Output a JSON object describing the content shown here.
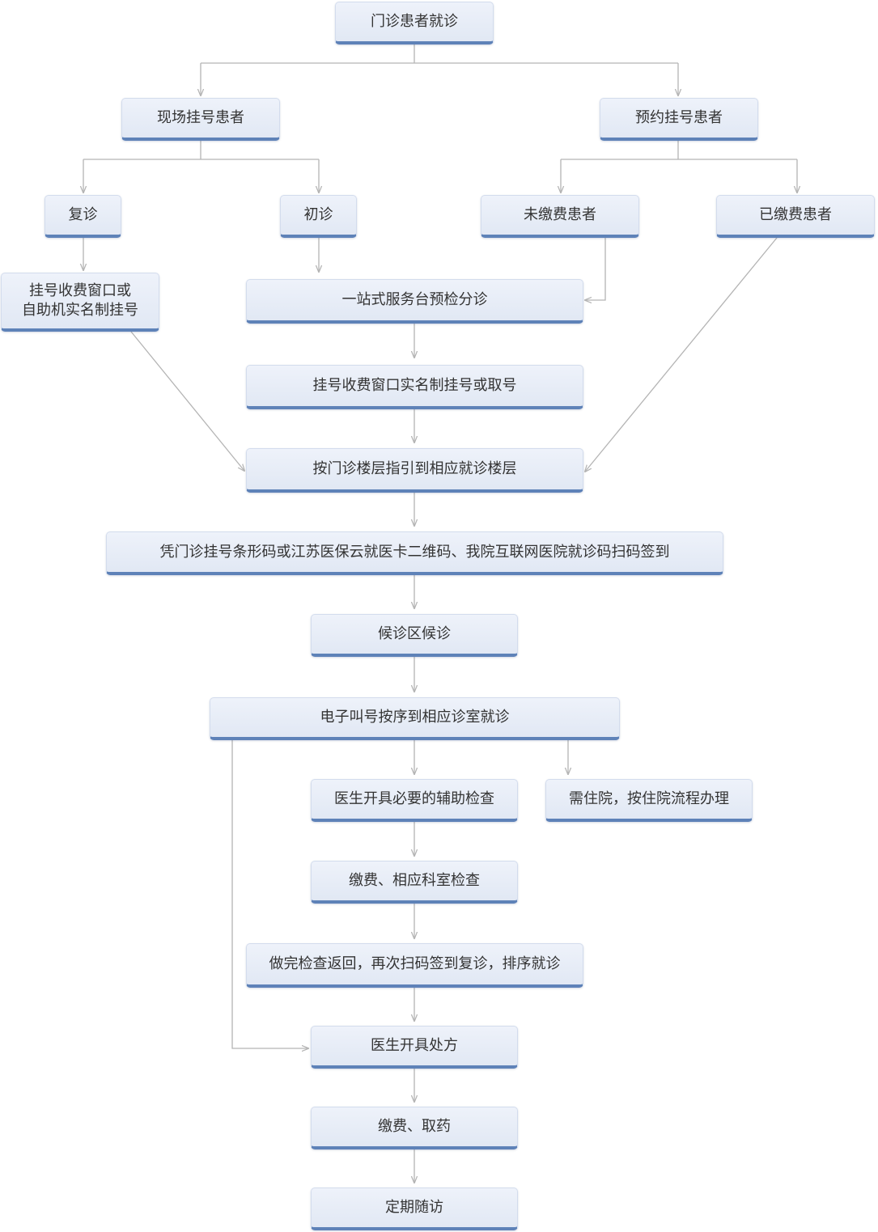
{
  "nodes": {
    "start": "门诊患者就诊",
    "onsite": "现场挂号患者",
    "appointment": "预约挂号患者",
    "revisit": "复诊",
    "first_visit": "初诊",
    "unpaid": "未缴费患者",
    "paid": "已缴费患者",
    "self_service": "挂号收费窗口或\n自助机实名制挂号",
    "one_stop": "一站式服务台预检分诊",
    "window_register": "挂号收费窗口实名制挂号或取号",
    "floor_guide": "按门诊楼层指引到相应就诊楼层",
    "checkin": "凭门诊挂号条形码或江苏医保云就医卡二维码、我院互联网医院就诊码扫码签到",
    "waiting": "候诊区候诊",
    "call": "电子叫号按序到相应诊室就诊",
    "exam_order": "医生开具必要的辅助检查",
    "hospitalize": "需住院，按住院流程办理",
    "pay_exam": "缴费、相应科室检查",
    "return": "做完检查返回，再次扫码签到复诊，排序就诊",
    "prescription": "医生开具处方",
    "pay_medicine": "缴费、取药",
    "followup": "定期随访"
  },
  "colors": {
    "box_fill": "#e4ebf6",
    "box_bottom_border": "#5e82b8",
    "connector": "#b4b4b4",
    "text": "#333333"
  }
}
